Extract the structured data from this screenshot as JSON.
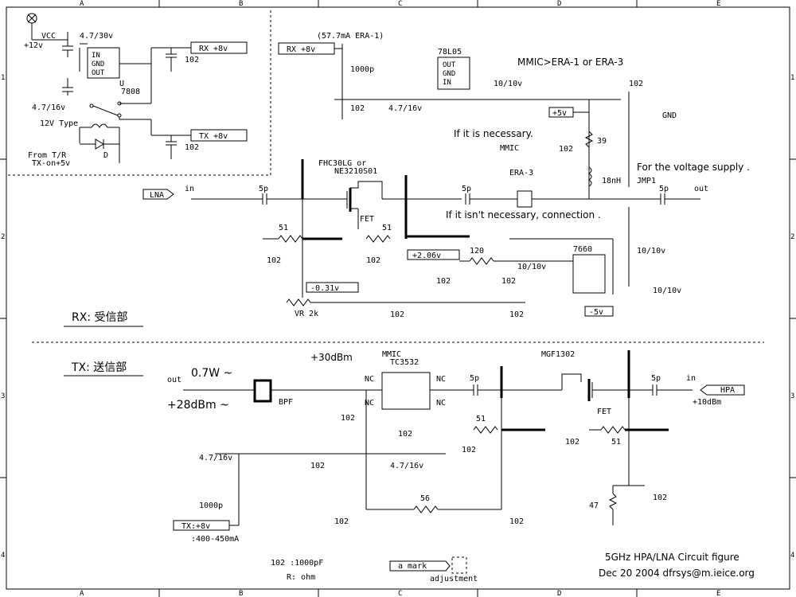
{
  "frame": {
    "columns": [
      "A",
      "B",
      "C",
      "D",
      "E"
    ],
    "rows": [
      "1",
      "2",
      "3",
      "4"
    ]
  },
  "power": {
    "vcc_label": "VCC",
    "vcc_value": "+12v",
    "cap_in": "4.7/30v",
    "reg_pins": [
      "IN",
      "GND",
      "OUT"
    ],
    "reg_ref": "U",
    "reg_part": "7808",
    "cap_sw": "4.7/16v",
    "relay_label": "12V Type",
    "from_label": "From T/R",
    "txon_label": "TX-on+5v",
    "diode": "D",
    "rx_net": "RX +8v",
    "tx_net": "TX +8v",
    "cap_rx": "102",
    "cap_tx": "102"
  },
  "rx": {
    "supply_net": "RX +8v",
    "current": "(57.7mA ERA-1)",
    "cap_1000p": "1000p",
    "cap_102a": "102",
    "cap_4716": "4.7/16v",
    "reg": "78L05",
    "reg_pins": [
      "OUT",
      "GND",
      "IN"
    ],
    "cap_1010": "10/10v",
    "mmic_note": "MMIC>ERA-1 or ERA-3",
    "cap_102b": "102",
    "gnd": "GND",
    "v5_net": "+5v",
    "necessary": "If it is necessary.",
    "mmic": "MMIC",
    "r39": "39",
    "cap_102c": "102",
    "l18": "18nH",
    "supply_note": "For the voltage supply .",
    "jmp": "JMP1",
    "fet_parts": "FHC30LG  or",
    "fet_parts2": "NE3210S01",
    "lna_port": "LNA",
    "in": "in",
    "cap5p_a": "5p",
    "cap5p_b": "5p",
    "era": "ERA-3",
    "cap5p_c": "5p",
    "out": "out",
    "fet": "FET",
    "not_necessary": "If it isn't necessary, connection .",
    "r51a": "51",
    "r51b": "51",
    "cap102_d": "102",
    "cap102_e": "102",
    "v206": "+2.06v",
    "r120": "120",
    "ic7660": "7660",
    "cap1010_b": "10/10v",
    "cap1010_c": "10/10v",
    "cap1010_d": "10/10v",
    "cap102_f": "102",
    "cap102_g": "102",
    "vneg031": "-0.31v",
    "vr": "VR 2k",
    "cap102_h": "102",
    "cap102_i": "102",
    "vneg5": "-5v",
    "section": "RX: 受信部"
  },
  "tx": {
    "section": "TX: 送信部",
    "out": "out",
    "power1": "0.7W ~",
    "power2": "+28dBm ~",
    "bpf": "BPF",
    "db30": "+30dBm",
    "mmic": "MMIC",
    "mmic_part": "TC3532",
    "nc": [
      "NC",
      "NC",
      "NC",
      "NC"
    ],
    "cap5p_a": "5p",
    "mgf": "MGF1302",
    "cap5p_b": "5p",
    "in": "in",
    "hpa_port": "HPA",
    "db10": "+10dBm",
    "fet": "FET",
    "cap102_a": "102",
    "cap102_b": "102",
    "r51a": "51",
    "cap102_c": "102",
    "cap102_d": "102",
    "r51b": "51",
    "cap4716_a": "4.7/16v",
    "cap102_e": "102",
    "cap4716_b": "4.7/16v",
    "cap1000p": "1000p",
    "r56": "56",
    "r47": "47",
    "cap102_f": "102",
    "cap102_g": "102",
    "cap102_h": "102",
    "tx_net": "TX:+8v",
    "current": ":400-450mA"
  },
  "footer": {
    "note1": "102 :1000pF",
    "note2": "R: ohm",
    "mark": "a mark",
    "adjust": "adjustment",
    "title": "5GHz HPA/LNA   Circuit figure",
    "date": "Dec 20 2004  dfrsys@m.ieice.org"
  }
}
